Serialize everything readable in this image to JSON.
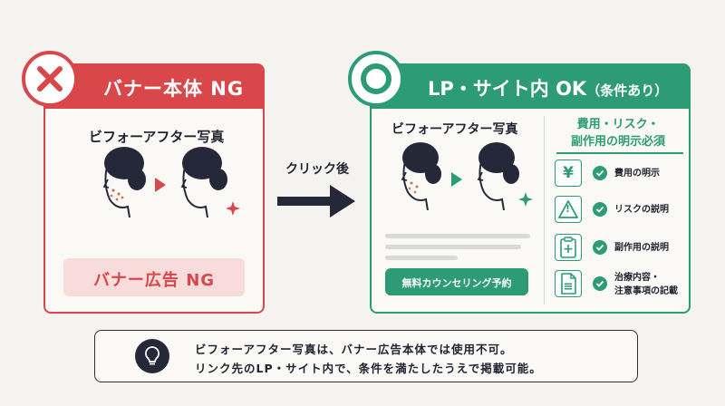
{
  "left": {
    "title": "バナー本体 NG",
    "subtitle": "ビフォーアフター写真",
    "badge": "バナー広告 NG"
  },
  "arrow": {
    "label": "クリック後"
  },
  "right": {
    "title": "LP・サイト内 OK",
    "title_suffix": "（条件あり）",
    "subtitle": "ビフォーアフター写真",
    "cta": "無料カウンセリング予約",
    "disclosure_title_1": "費用・リスク・",
    "disclosure_title_2": "副作用の明示必須",
    "items": [
      {
        "icon": "¥",
        "text": "費用の明示"
      },
      {
        "icon": "!",
        "text": "リスクの説明"
      },
      {
        "icon": "+",
        "text": "副作用の説明"
      },
      {
        "icon": "≡",
        "text_1": "治療内容・",
        "text_2": "注意事項の記載"
      }
    ]
  },
  "note": {
    "line1": "ビフォーアフター写真は、バナー広告本体では使用不可。",
    "line2": "リンク先のLP・サイト内で、条件を満たしたうえで掲載可能。"
  },
  "colors": {
    "ng": "#d9474a",
    "ok": "#2c9b76",
    "dark": "#242838"
  }
}
